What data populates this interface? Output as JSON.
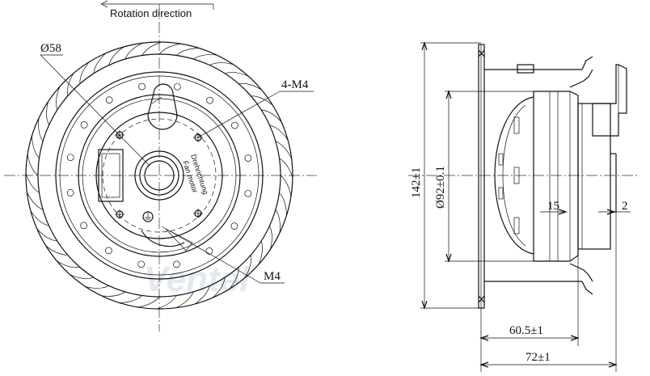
{
  "drawing": {
    "rotation_label": "Rotation direction",
    "front_view": {
      "diameter_label": "Ø58",
      "screw_label": "4-M4",
      "bottom_screw_label": "M4",
      "hub_text_line1": "Drehrichtung",
      "hub_text_line2": "Fan motor"
    },
    "side_view": {
      "overall_diameter": "142±1",
      "inner_diameter": "Ø92±0.1",
      "depth_small": "15",
      "gap_small": "2",
      "depth_mid": "60.5±1",
      "depth_total": "72±1"
    },
    "watermark": "Ventel"
  }
}
